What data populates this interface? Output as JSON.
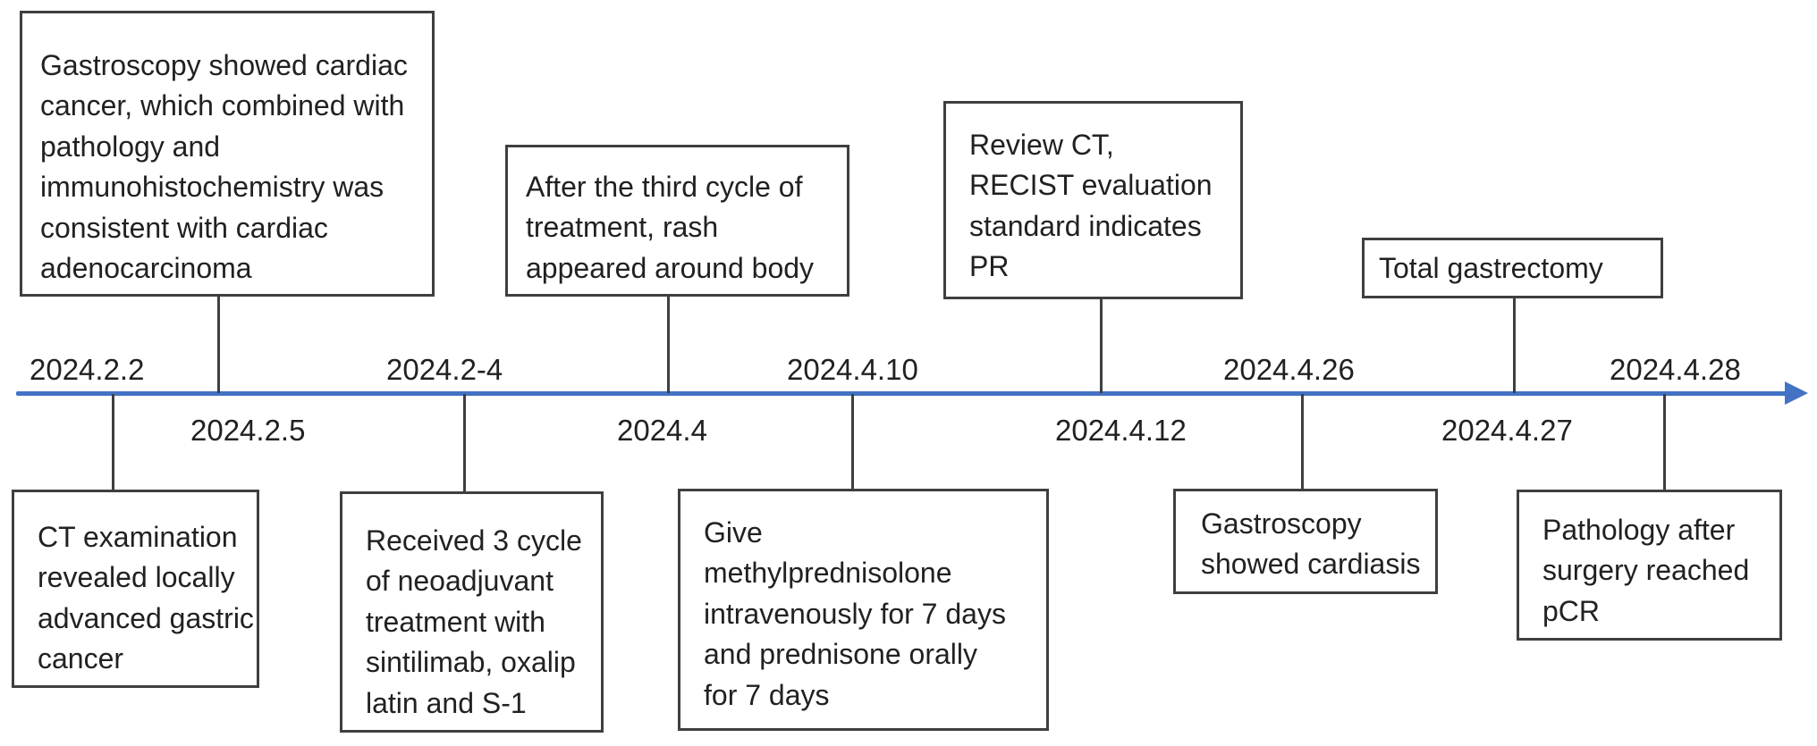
{
  "figure": {
    "type": "timeline",
    "axis": {
      "color": "#4472c4",
      "direction": "left-to-right",
      "line_color_name": "blue",
      "box_border_color": "#3f3f3f",
      "text_color": "#212121",
      "background": "#ffffff"
    },
    "events": [
      {
        "date": "2024.2.2",
        "date_side": "above",
        "box_side": "below",
        "description": "CT examination\nrevealed locally\nadvanced gastric\ncancer"
      },
      {
        "date": "2024.2.5",
        "date_side": "below",
        "box_side": "above",
        "description": "Gastroscopy showed cardiac\ncancer, which combined with\npathology and\nimmunohistochemistry was\nconsistent with cardiac\nadenocarcinoma"
      },
      {
        "date": "2024.2-4",
        "date_side": "above",
        "box_side": "below",
        "description": "Received 3 cycle\nof neoadjuvant\ntreatment with\nsintilimab, oxalip\nlatin and S-1"
      },
      {
        "date": "2024.4",
        "date_side": "below",
        "box_side": "above",
        "description": "After the third cycle of\ntreatment, rash\nappeared around body"
      },
      {
        "date": "2024.4.10",
        "date_side": "above",
        "box_side": "below",
        "description": "Give\nmethylprednisolone\nintravenously for 7 days\nand prednisone orally\nfor 7 days"
      },
      {
        "date": "2024.4.12",
        "date_side": "below",
        "box_side": "above",
        "description": "Review CT,\nRECIST evaluation\nstandard indicates\nPR"
      },
      {
        "date": "2024.4.26",
        "date_side": "above",
        "box_side": "below",
        "description": "Gastroscopy\nshowed cardiasis"
      },
      {
        "date": "2024.4.27",
        "date_side": "below",
        "box_side": "above",
        "description": "Total gastrectomy"
      },
      {
        "date": "2024.4.28",
        "date_side": "above",
        "box_side": "below",
        "description": "Pathology after\nsurgery reached\npCR"
      }
    ]
  }
}
